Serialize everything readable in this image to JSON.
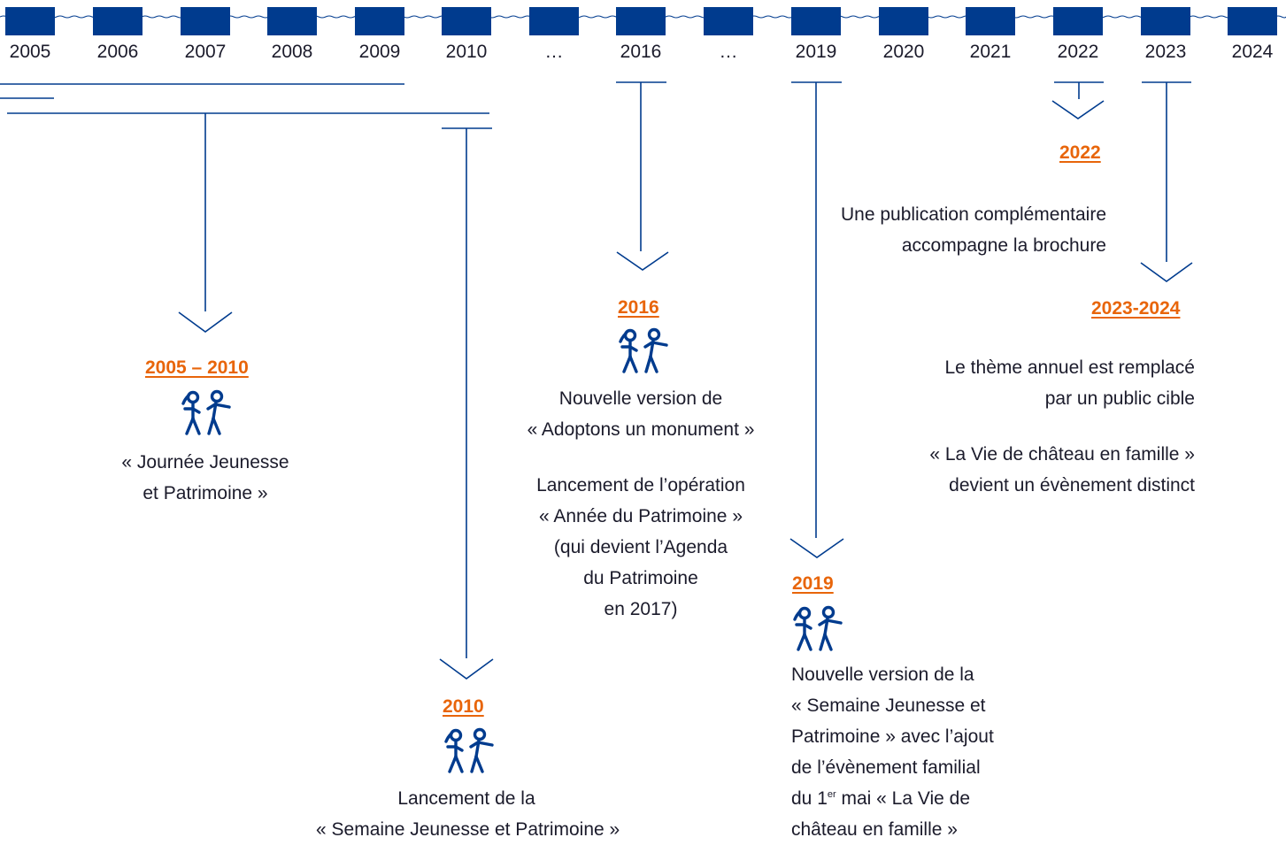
{
  "timeline": {
    "years": [
      "2005",
      "2006",
      "2007",
      "2008",
      "2009",
      "2010",
      "…",
      "2016",
      "…",
      "2019",
      "2020",
      "2021",
      "2022",
      "2023",
      "2024"
    ]
  },
  "events": {
    "e2005": {
      "title": "2005 – 2010",
      "lines": [
        "« Journée Jeunesse",
        "et Patrimoine »"
      ]
    },
    "e2010": {
      "title": "2010",
      "lines": [
        "Lancement de la",
        "« Semaine Jeunesse et Patrimoine »"
      ]
    },
    "e2016": {
      "title": "2016",
      "lines": [
        "Nouvelle version de",
        "« Adoptons un monument »"
      ],
      "lines2": [
        "Lancement de l’opération",
        "« Année du Patrimoine »",
        "(qui devient l’Agenda",
        "du Patrimoine",
        "en 2017)"
      ]
    },
    "e2019": {
      "title": "2019",
      "lines": [
        "Nouvelle version de la",
        "« Semaine Jeunesse et",
        "Patrimoine » avec l’ajout",
        "de l’évènement familial"
      ],
      "line5_a": "du 1",
      "line5_sup": "er",
      "line5_b": " mai « La Vie de",
      "line6": "château en famille »"
    },
    "e2022": {
      "title": "2022",
      "lines": [
        "Une publication complémentaire",
        "accompagne la brochure"
      ]
    },
    "e2023": {
      "title": "2023-2024",
      "lines": [
        "Le thème annuel est remplacé",
        "par un public cible"
      ],
      "lines2": [
        "« La Vie de château en famille »",
        "devient  un évènement distinct"
      ]
    }
  },
  "colors": {
    "navy": "#003b8e",
    "orange": "#e8650a",
    "text": "#1b1b2b"
  }
}
